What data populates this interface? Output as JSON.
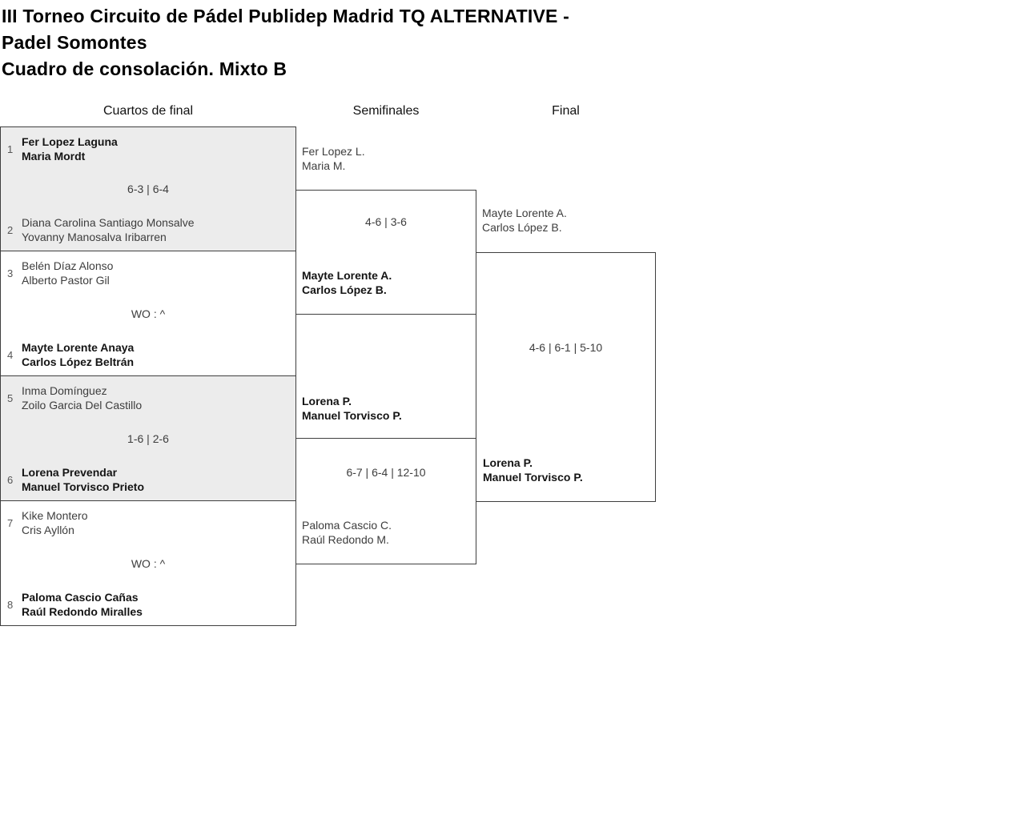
{
  "title": {
    "lines": [
      "III Torneo Circuito de Pádel Publidep Madrid TQ ALTERNATIVE -",
      "Padel Somontes",
      "Cuadro de consolación. Mixto B"
    ]
  },
  "columns": {
    "quarterfinals": "Cuartos de final",
    "semifinals": "Semifinales",
    "final": "Final"
  },
  "quarterfinals": [
    {
      "top": {
        "seed": "1",
        "names": [
          "Fer Lopez Laguna",
          "Maria Mordt"
        ],
        "winner": true
      },
      "score": "6-3 | 6-4",
      "bottom": {
        "seed": "2",
        "names": [
          "Diana Carolina Santiago Monsalve",
          "Yovanny Manosalva Iribarren"
        ],
        "winner": false
      }
    },
    {
      "top": {
        "seed": "3",
        "names": [
          "Belén Díaz Alonso",
          "Alberto Pastor Gil"
        ],
        "winner": false
      },
      "score": "WO : ^",
      "bottom": {
        "seed": "4",
        "names": [
          "Mayte Lorente Anaya",
          "Carlos López Beltrán"
        ],
        "winner": true
      }
    },
    {
      "top": {
        "seed": "5",
        "names": [
          "Inma Domínguez",
          "Zoilo Garcia Del Castillo"
        ],
        "winner": false
      },
      "score": "1-6 | 2-6",
      "bottom": {
        "seed": "6",
        "names": [
          "Lorena Prevendar",
          "Manuel Torvisco Prieto"
        ],
        "winner": true
      }
    },
    {
      "top": {
        "seed": "7",
        "names": [
          "Kike Montero",
          "Cris Ayllón"
        ],
        "winner": false
      },
      "score": "WO : ^",
      "bottom": {
        "seed": "8",
        "names": [
          "Paloma Cascio Cañas",
          "Raúl Redondo Miralles"
        ],
        "winner": true
      }
    }
  ],
  "semifinals": [
    {
      "top": {
        "names": [
          "Fer Lopez L.",
          "Maria M."
        ],
        "winner": false
      },
      "score": "4-6 | 3-6",
      "bottom": {
        "names": [
          "Mayte Lorente A.",
          "Carlos López B."
        ],
        "winner": true
      }
    },
    {
      "top": {
        "names": [
          "Lorena P.",
          "Manuel Torvisco P."
        ],
        "winner": true
      },
      "score": "6-7 | 6-4 | 12-10",
      "bottom": {
        "names": [
          "Paloma Cascio C.",
          "Raúl Redondo M."
        ],
        "winner": false
      }
    }
  ],
  "final": {
    "top": {
      "names": [
        "Mayte Lorente A.",
        "Carlos López B."
      ],
      "winner": false
    },
    "score": "4-6 | 6-1 | 5-10",
    "bottom": {
      "names": [
        "Lorena P.",
        "Manuel Torvisco P."
      ],
      "winner": true
    }
  },
  "colors": {
    "match_alt_background": "#ececec",
    "border": "#3f3f3f",
    "winner_text": "#141414",
    "regular_text": "#3d3d3d",
    "seed_text": "#555555"
  }
}
